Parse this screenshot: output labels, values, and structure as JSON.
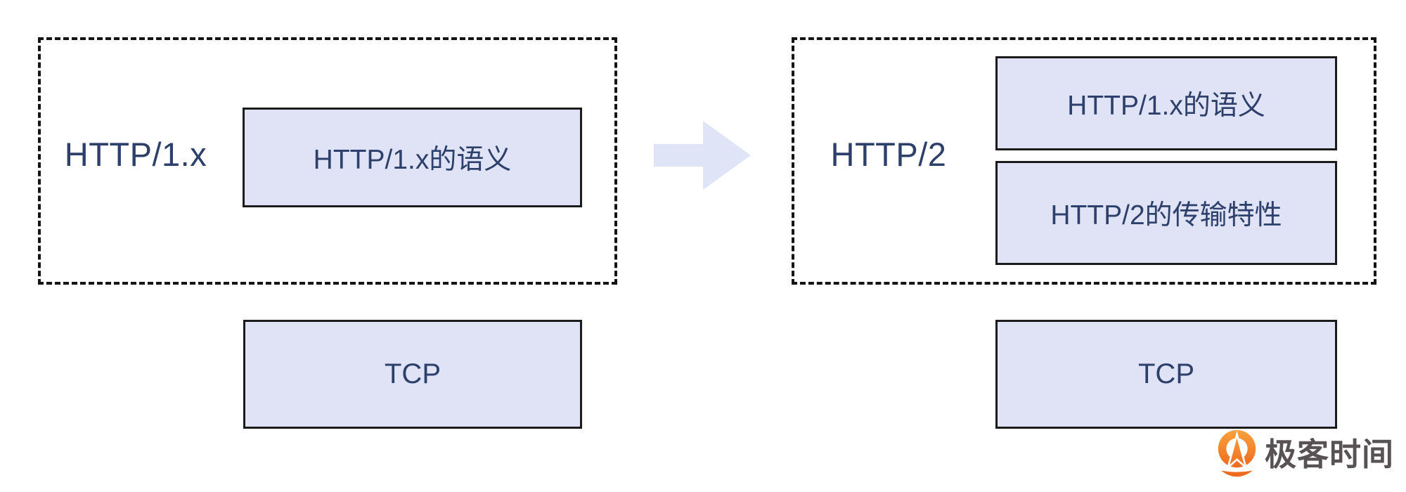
{
  "diagram": {
    "left_panel": {
      "label": "HTTP/1.x",
      "boxes": [
        {
          "label": "HTTP/1.x的语义"
        }
      ],
      "tcp_label": "TCP"
    },
    "right_panel": {
      "label": "HTTP/2",
      "boxes": [
        {
          "label": "HTTP/1.x的语义"
        },
        {
          "label": "HTTP/2的传输特性"
        }
      ],
      "tcp_label": "TCP"
    },
    "arrow_icon": "right-arrow",
    "watermark": {
      "text": "极客时间",
      "icon": "geektime-logo"
    },
    "colors": {
      "box_fill": "#dfe3f5",
      "box_border": "#1b1b1b",
      "dashed_border": "#141414",
      "text_navy": "#2d406b",
      "arrow_fill": "#dfe4f7",
      "logo_orange": "#ee6a1f",
      "logo_orange_light": "#f9a13c",
      "logo_text_gray": "#585254"
    }
  }
}
